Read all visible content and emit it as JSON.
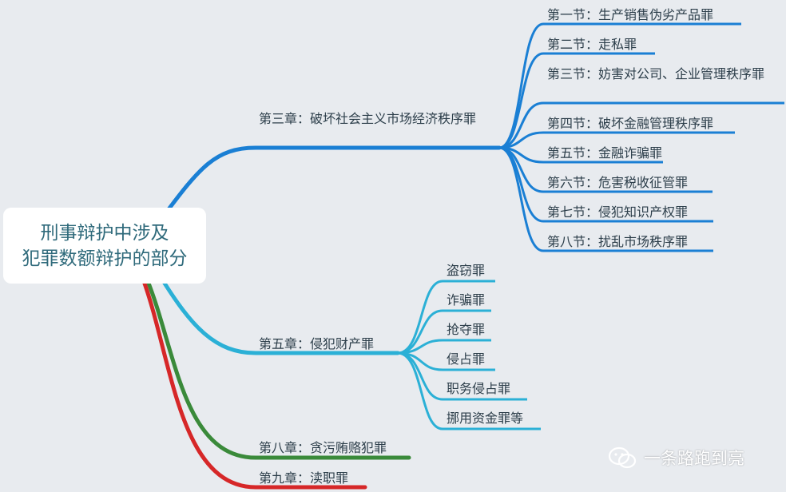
{
  "root": {
    "line1": "刑事辩护中涉及",
    "line2": "犯罪数额辩护的部分"
  },
  "chapters": [
    {
      "label": "第三章：破坏社会主义市场经济秩序罪",
      "color": "#1a7fd4"
    },
    {
      "label": "第五章：侵犯财产罪",
      "color": "#2bb0d6"
    },
    {
      "label": "第八章：贪污贿赂犯罪",
      "color": "#3a8a3a"
    },
    {
      "label": "第九章：渎职罪",
      "color": "#d62728"
    }
  ],
  "chapter3_sections": [
    "第一节：生产销售伪劣产品罪",
    "第二节：走私罪",
    "第三节：妨害对公司、企业管理秩序罪",
    "第四节：破坏金融管理秩序罪",
    "第五节：金融诈骗罪",
    "第六节：危害税收征管罪",
    "第七节：侵犯知识产权罪",
    "第八节：扰乱市场秩序罪"
  ],
  "chapter5_items": [
    "盗窃罪",
    "诈骗罪",
    "抢夺罪",
    "侵占罪",
    "职务侵占罪",
    "挪用资金罪等"
  ],
  "watermark": {
    "text": "一条路跑到亮",
    "icon": "wechat-icon"
  }
}
